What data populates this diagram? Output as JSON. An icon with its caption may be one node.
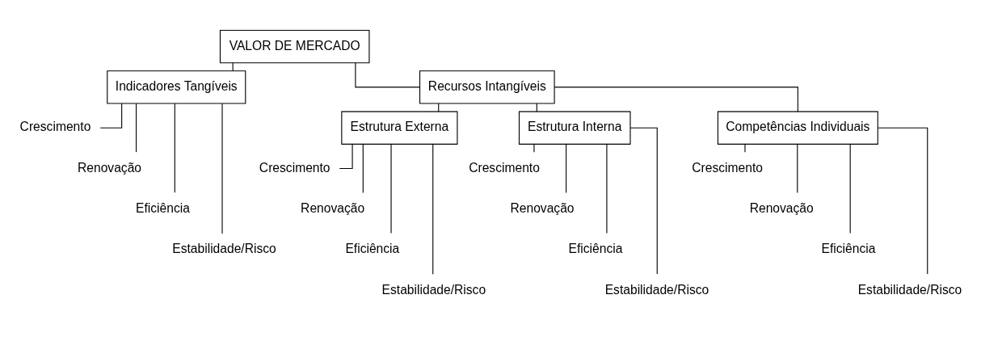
{
  "diagram": {
    "nodes": [
      {
        "text": [
          "VALOR DE MERCADO"
        ]
      },
      {
        "text": [
          "Indicadores Tangíveis"
        ]
      },
      {
        "text": [
          "Recursos Intangíveis"
        ]
      },
      {
        "text": [
          "Crescimento"
        ]
      },
      {
        "text": [
          "Renovação"
        ]
      },
      {
        "text": [
          "Eficiência"
        ]
      },
      {
        "text": [
          "Estabilidade/Risco"
        ]
      },
      {
        "text": [
          "Estrutura Externa"
        ]
      },
      {
        "text": [
          "Estrutura Interna"
        ]
      },
      {
        "text": [
          "Competências Individuais"
        ]
      },
      {
        "text": [
          "Crescimento"
        ]
      },
      {
        "text": [
          "Renovação"
        ]
      },
      {
        "text": [
          "Eficiência"
        ]
      },
      {
        "text": [
          "Estabilidade/Risco"
        ]
      },
      {
        "text": [
          "Crescimento"
        ]
      },
      {
        "text": [
          "Renovação"
        ]
      },
      {
        "text": [
          "Eficiência"
        ]
      },
      {
        "text": [
          "Estabilidade/Risco"
        ]
      },
      {
        "text": [
          "Crescimento"
        ]
      },
      {
        "text": [
          "Renovação"
        ]
      },
      {
        "text": [
          "Eficiência"
        ]
      },
      {
        "text": [
          "Estabilidade/Risco"
        ]
      }
    ],
    "edges": [
      {
        "from": 0,
        "to": 1,
        "arrow": "none"
      },
      {
        "from": 0,
        "to": 2,
        "arrow": "none"
      },
      {
        "from": 1,
        "to": 3,
        "arrow": "none"
      },
      {
        "from": 1,
        "to": 4,
        "arrow": "none"
      },
      {
        "from": 1,
        "to": 5,
        "arrow": "none"
      },
      {
        "from": 1,
        "to": 6,
        "arrow": "none"
      },
      {
        "from": 2,
        "to": 7,
        "arrow": "none"
      },
      {
        "from": 2,
        "to": 8,
        "arrow": "none"
      },
      {
        "from": 2,
        "to": 9,
        "arrow": "none"
      },
      {
        "from": 7,
        "to": 10,
        "arrow": "none"
      },
      {
        "from": 7,
        "to": 11,
        "arrow": "none"
      },
      {
        "from": 7,
        "to": 12,
        "arrow": "none"
      },
      {
        "from": 7,
        "to": 13,
        "arrow": "none"
      },
      {
        "from": 8,
        "to": 14,
        "arrow": "none"
      },
      {
        "from": 8,
        "to": 15,
        "arrow": "none"
      },
      {
        "from": 8,
        "to": 16,
        "arrow": "none"
      },
      {
        "from": 8,
        "to": 17,
        "arrow": "none"
      },
      {
        "from": 9,
        "to": 18,
        "arrow": "none"
      },
      {
        "from": 9,
        "to": 19,
        "arrow": "none"
      },
      {
        "from": 9,
        "to": 20,
        "arrow": "none"
      },
      {
        "from": 9,
        "to": 21,
        "arrow": "none"
      }
    ]
  }
}
